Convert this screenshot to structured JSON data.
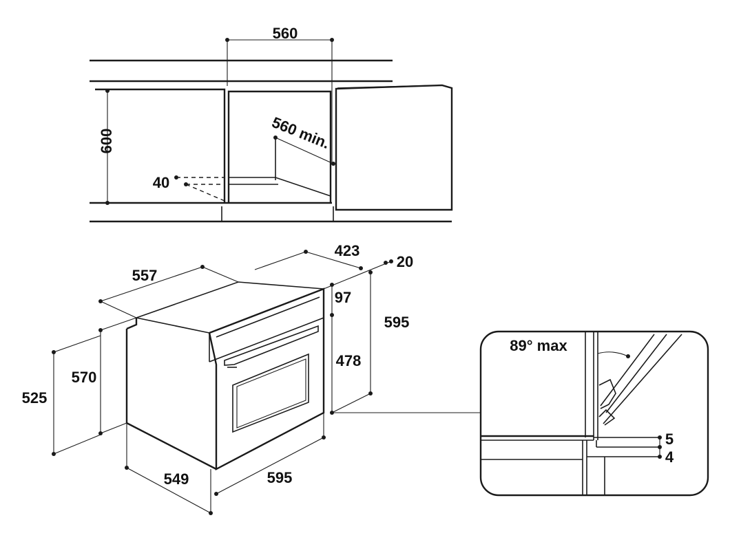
{
  "top_view": {
    "width_label": "560",
    "height_label": "600",
    "depth_label": "560 min.",
    "vent_label": "40"
  },
  "oven_view": {
    "depth_total_label": "557",
    "top_depth_label": "423",
    "front_panel_label": "20",
    "panel_height_label": "97",
    "total_height_label": "595",
    "door_height_label": "478",
    "side_height_570_label": "570",
    "side_height_525_label": "525",
    "bottom_depth_label": "549",
    "bottom_width_label": "595"
  },
  "detail_view": {
    "angle_label": "89° max",
    "gap_top_label": "5",
    "gap_bottom_label": "4"
  }
}
